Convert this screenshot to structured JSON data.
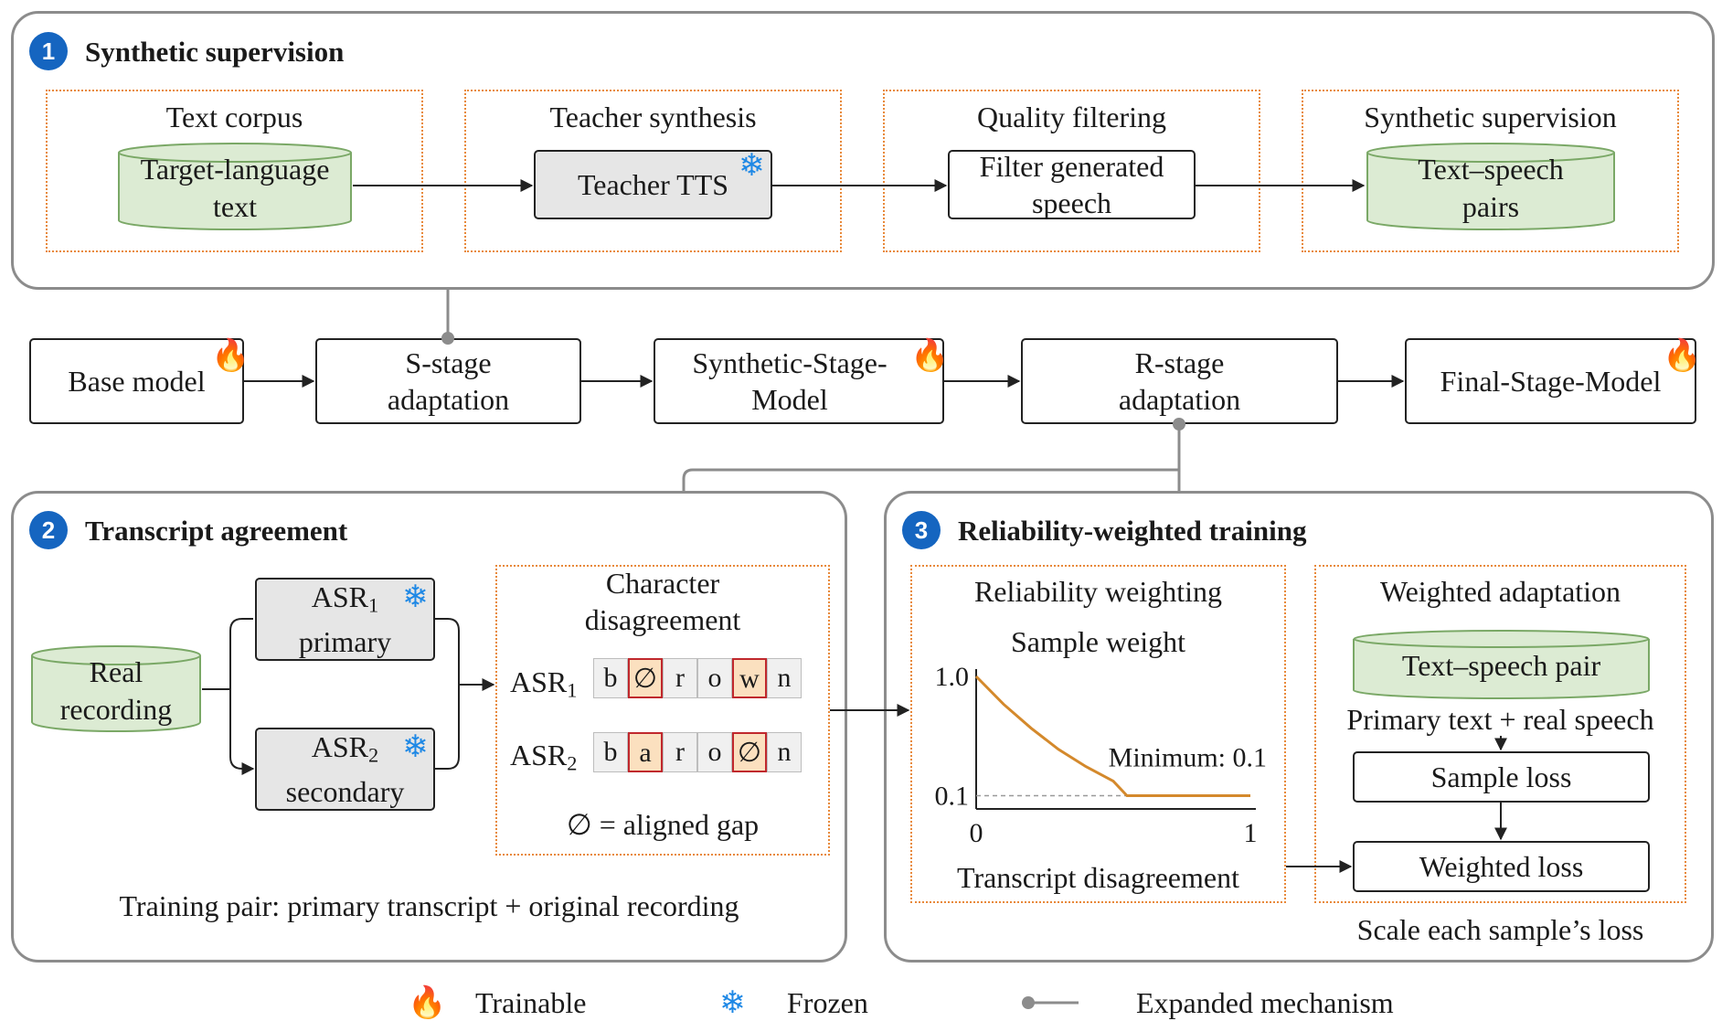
{
  "colors": {
    "panel_border": "#8c8c8c",
    "subpanel_border": "#e8893a",
    "number_badge": "#1565c0",
    "cylinder_fill": "#dcebd3",
    "cylinder_stroke": "#7aa866",
    "frozen_fill": "#e6e6e6",
    "disagreement_fill": "#fbe0bf",
    "disagreement_border": "#c0282d",
    "curve": "#d4892c"
  },
  "icons": {
    "trainable": "fire-icon",
    "frozen": "snowflake-icon",
    "expanded": "dot-line-icon"
  },
  "panel1": {
    "number": "1",
    "title": "Synthetic supervision",
    "text_corpus": {
      "heading": "Text corpus",
      "line1": "Target-language",
      "line2": "text"
    },
    "teacher": {
      "heading": "Teacher synthesis",
      "box": "Teacher TTS"
    },
    "quality": {
      "heading": "Quality filtering",
      "line1": "Filter generated",
      "line2": "speech"
    },
    "synthetic": {
      "heading": "Synthetic supervision",
      "line1": "Text–speech",
      "line2": "pairs"
    }
  },
  "pipeline": {
    "base": "Base model",
    "s_stage": {
      "line1": "S-stage",
      "line2": "adaptation"
    },
    "synthetic_model": {
      "line1": "Synthetic-Stage-",
      "line2": "Model"
    },
    "r_stage": {
      "line1": "R-stage",
      "line2": "adaptation"
    },
    "final": "Final-Stage-Model"
  },
  "panel2": {
    "number": "2",
    "title": "Transcript agreement",
    "recording": {
      "line1": "Real",
      "line2": "recording"
    },
    "asr1": {
      "name": "ASR",
      "sub": "1",
      "role": "primary"
    },
    "asr2": {
      "name": "ASR",
      "sub": "2",
      "role": "secondary"
    },
    "char_heading": {
      "line1": "Character",
      "line2": "disagreement"
    },
    "row1": {
      "name": "ASR",
      "sub": "1",
      "chars": [
        "b",
        "∅",
        "r",
        "o",
        "w",
        "n"
      ],
      "highlight": [
        false,
        true,
        false,
        false,
        true,
        false
      ]
    },
    "row2": {
      "name": "ASR",
      "sub": "2",
      "chars": [
        "b",
        "a",
        "r",
        "o",
        "∅",
        "n"
      ],
      "highlight": [
        false,
        true,
        false,
        false,
        true,
        false
      ]
    },
    "gap_note": "∅ = aligned gap",
    "training_pair": "Training pair: primary transcript + original recording"
  },
  "panel3": {
    "number": "3",
    "title": "Reliability-weighted training",
    "weighting": {
      "heading": "Reliability weighting",
      "plot_title": "Sample weight",
      "y_top": "1.0",
      "y_min": "0.1",
      "x_start": "0",
      "x_end": "1",
      "annotation": "Minimum: 0.1",
      "xlabel": "Transcript disagreement"
    },
    "adaptation": {
      "heading": "Weighted adaptation",
      "pair": "Text–speech pair",
      "input": "Primary text + real speech",
      "sample_loss": "Sample loss",
      "weighted_loss": "Weighted loss",
      "note": "Scale each sample’s loss"
    }
  },
  "chart_data": {
    "type": "line",
    "title": "Sample weight",
    "xlabel": "Transcript disagreement",
    "ylabel": "",
    "xlim": [
      0,
      1
    ],
    "ylim": [
      0,
      1.0
    ],
    "x": [
      0,
      0.1,
      0.2,
      0.3,
      0.4,
      0.5,
      0.55,
      0.7,
      0.85,
      1.0
    ],
    "series": [
      {
        "values": [
          1.0,
          0.79,
          0.61,
          0.45,
          0.32,
          0.21,
          0.1,
          0.1,
          0.1,
          0.1
        ]
      }
    ],
    "reference_line": 0.1,
    "annotation": "Minimum: 0.1"
  },
  "legend": {
    "trainable": "Trainable",
    "frozen": "Frozen",
    "expanded": "Expanded mechanism"
  }
}
